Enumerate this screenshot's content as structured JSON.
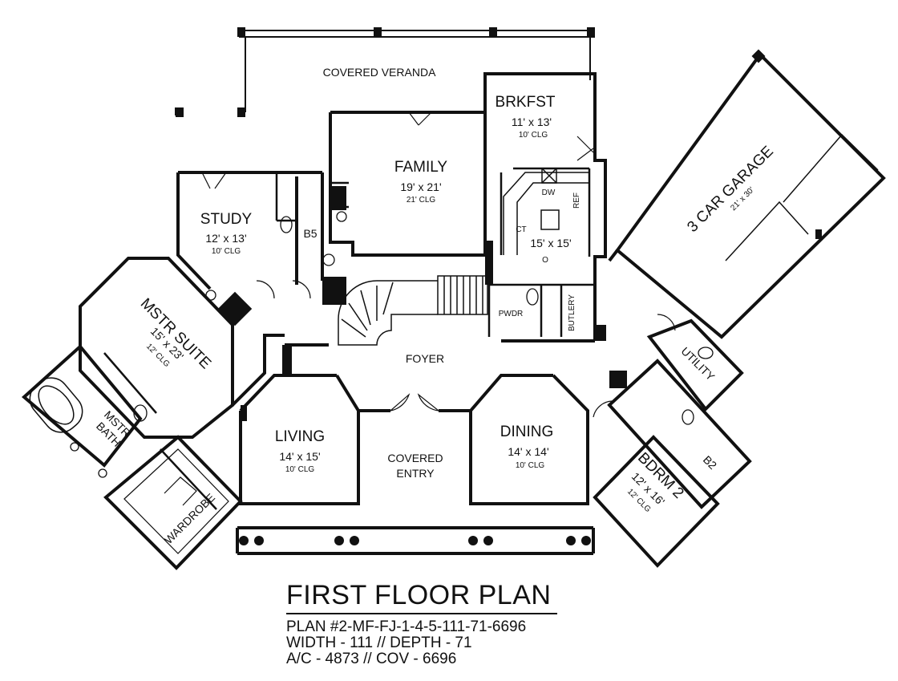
{
  "title": {
    "main": "FIRST FLOOR PLAN",
    "lines": [
      "PLAN #2-MF-FJ-1-4-5-111-71-6696",
      "WIDTH - 111 // DEPTH - 71",
      "A/C - 4873 // COV - 6696"
    ]
  },
  "rooms": {
    "covered_veranda": "COVERED VERANDA",
    "brkfst": {
      "name": "BRKFST",
      "size": "11' x 13'",
      "clg": "10' CLG"
    },
    "family": {
      "name": "FAMILY",
      "size": "19' x 21'",
      "clg": "21' CLG"
    },
    "garage": {
      "name": "3 CAR GARAGE",
      "size": "21' x 30'"
    },
    "study": {
      "name": "STUDY",
      "size": "12' x 13'",
      "clg": "10' CLG"
    },
    "b5": "B5",
    "kitchen": {
      "size": "15' x 15'",
      "dw": "DW",
      "ref": "REF",
      "ct": "CT",
      "o": "O"
    },
    "mstr_suite": {
      "name": "MSTR SUITE",
      "size": "15' x 23'",
      "clg": "12' CLG"
    },
    "pwdr": "PWDR",
    "butlery": "BUTLERY",
    "utility": "UTILITY",
    "foyer": "FOYER",
    "mstr_bath": {
      "line1": "MSTR",
      "line2": "BATH"
    },
    "living": {
      "name": "LIVING",
      "size": "14' x 15'",
      "clg": "10' CLG"
    },
    "covered_entry": {
      "line1": "COVERED",
      "line2": "ENTRY"
    },
    "dining": {
      "name": "DINING",
      "size": "14' x 14'",
      "clg": "10' CLG"
    },
    "bdrm2": {
      "name": "BDRM 2",
      "size": "12' x 16'",
      "clg": "12' CLG"
    },
    "b2": "B2",
    "wardrobe": "WARDROBE"
  }
}
